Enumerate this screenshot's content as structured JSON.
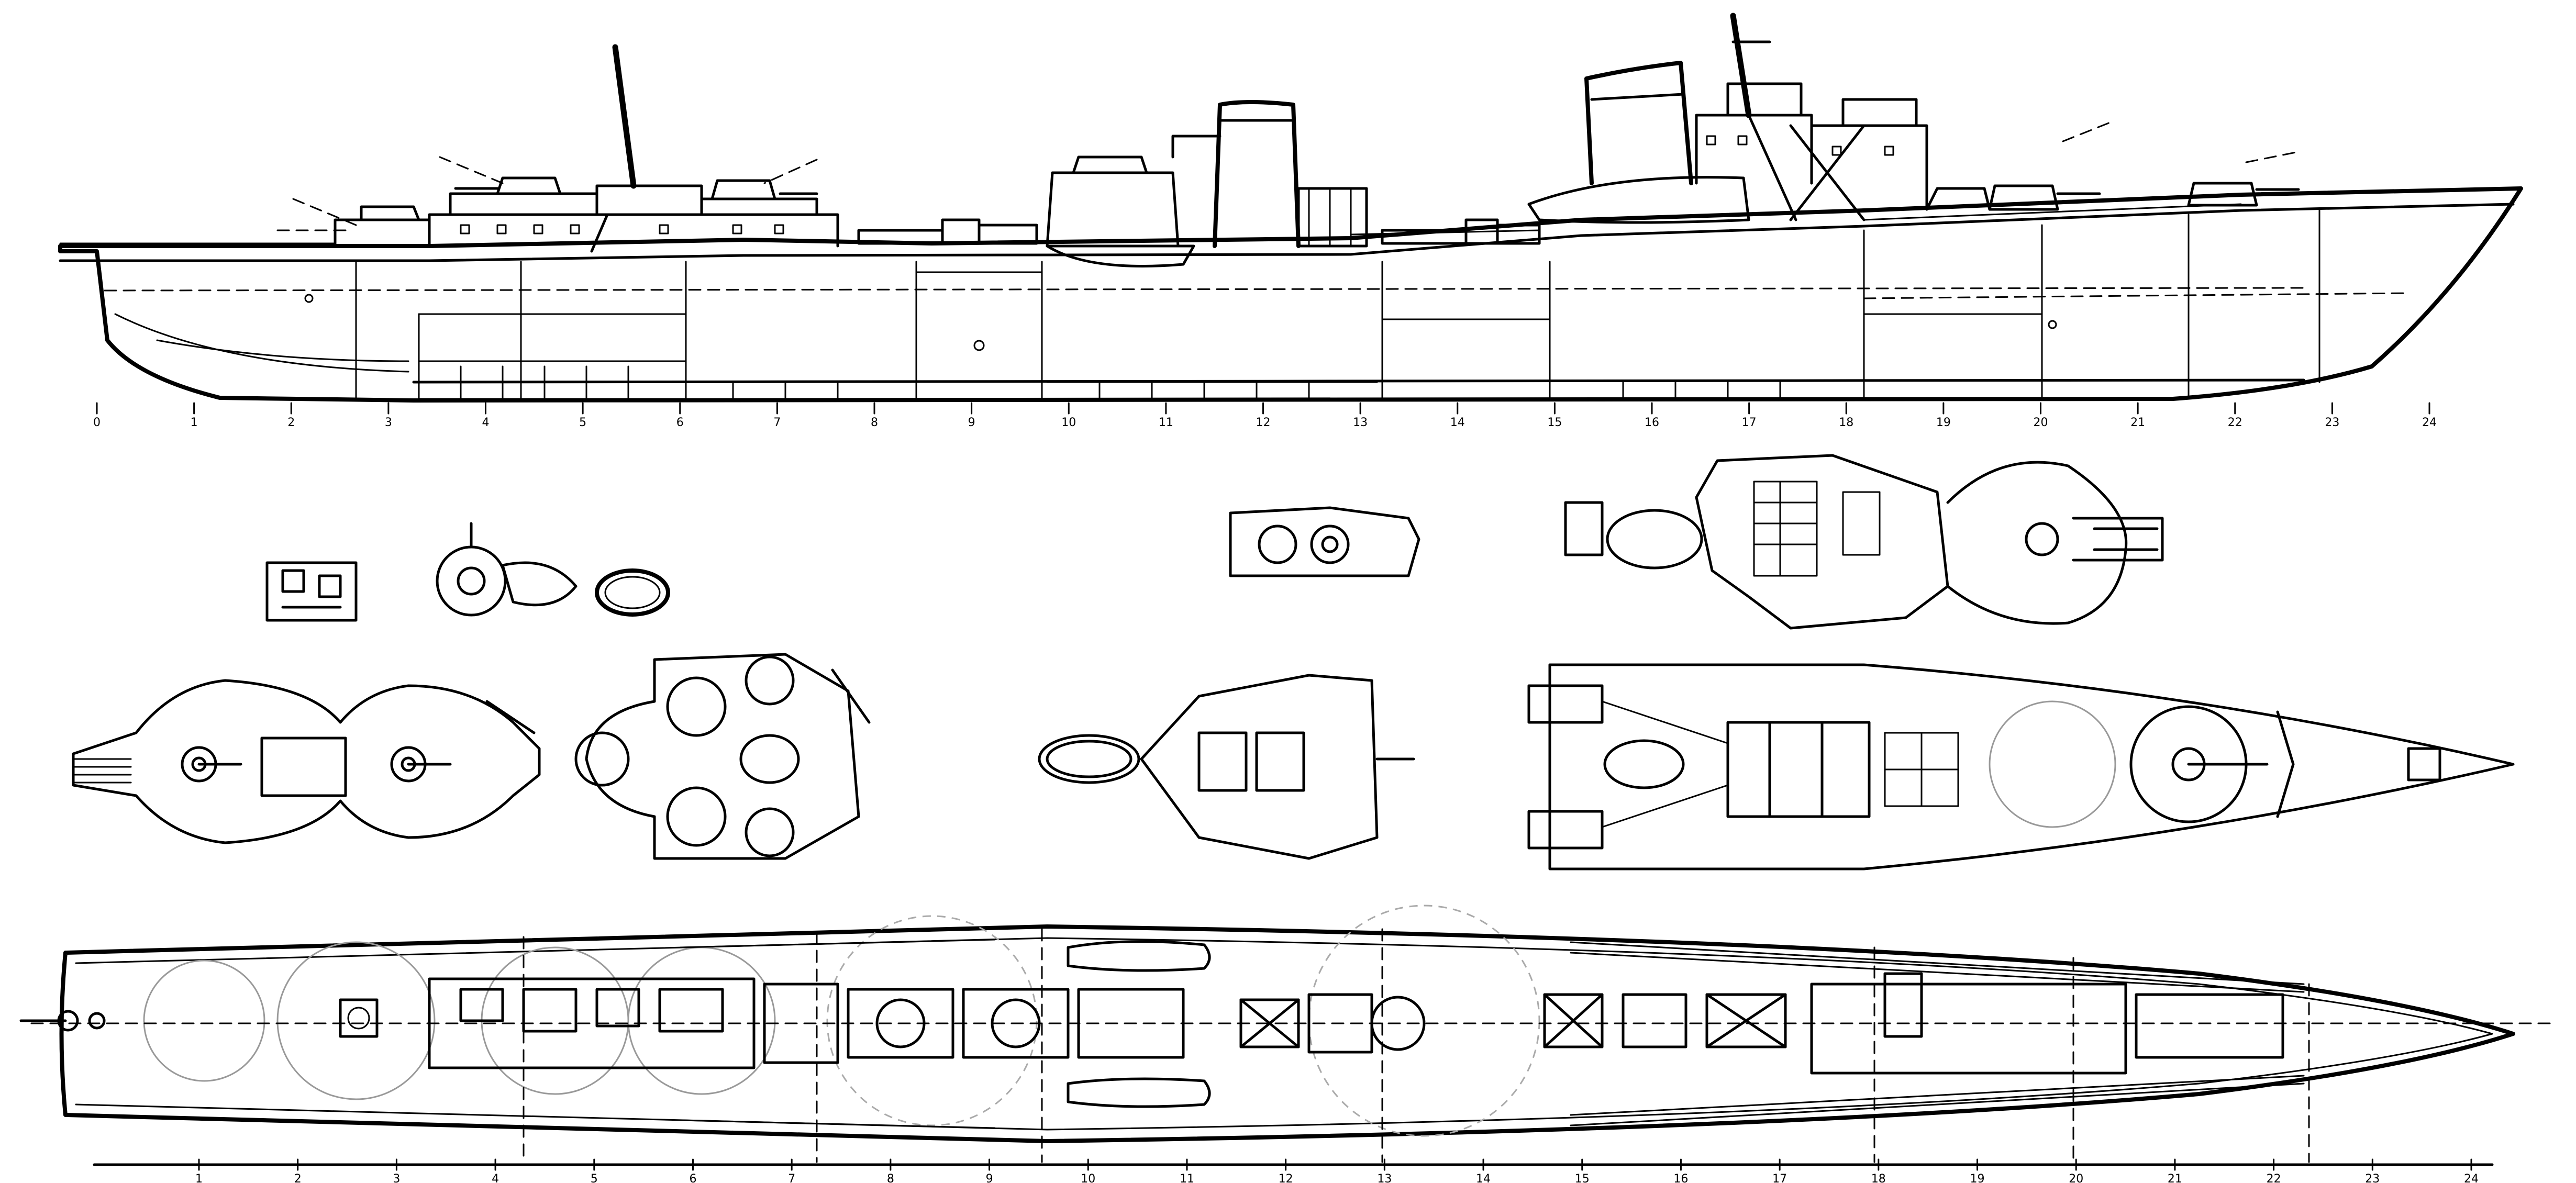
{
  "drawing": {
    "frame_labels_profile": [
      "0",
      "1",
      "2",
      "3",
      "4",
      "5",
      "6",
      "7",
      "8",
      "9",
      "10",
      "11",
      "12",
      "13",
      "14",
      "15",
      "16",
      "17",
      "18",
      "19",
      "20",
      "21",
      "22",
      "23",
      "24"
    ],
    "frame_labels_plan": [
      "1",
      "2",
      "3",
      "4",
      "5",
      "6",
      "7",
      "8",
      "9",
      "10",
      "11",
      "12",
      "13",
      "14",
      "15",
      "16",
      "17",
      "18",
      "19",
      "20",
      "21",
      "22",
      "23",
      "24"
    ],
    "colors": {
      "ink": "#000000",
      "paper": "#ffffff",
      "construction": "#999999"
    }
  }
}
